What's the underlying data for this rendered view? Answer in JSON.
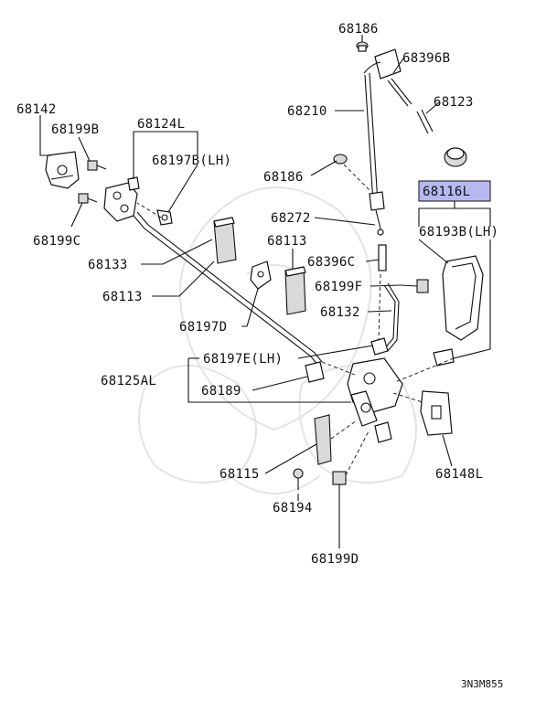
{
  "diagram": {
    "labels": {
      "p68186_top": "68186",
      "p68396B": "68396B",
      "p68123": "68123",
      "p68210": "68210",
      "p68142": "68142",
      "p68199B": "68199B",
      "p68124L": "68124L",
      "p68197B": "68197B(LH)",
      "p68186_mid": "68186",
      "p68116L": "68116L",
      "p68199C": "68199C",
      "p68272": "68272",
      "p68193B": "68193B(LH)",
      "p68133": "68133",
      "p68113_right": "68113",
      "p68396C": "68396C",
      "p68113_left": "68113",
      "p68199F": "68199F",
      "p68132": "68132",
      "p68197D": "68197D",
      "p68197E": "68197E(LH)",
      "p68125AL": "68125AL",
      "p68189": "68189",
      "p68148L": "68148L",
      "p68115": "68115",
      "p68194": "68194",
      "p68199D": "68199D"
    },
    "highlight_color": "#b8b8f0",
    "diagram_code": "3N3M855"
  }
}
